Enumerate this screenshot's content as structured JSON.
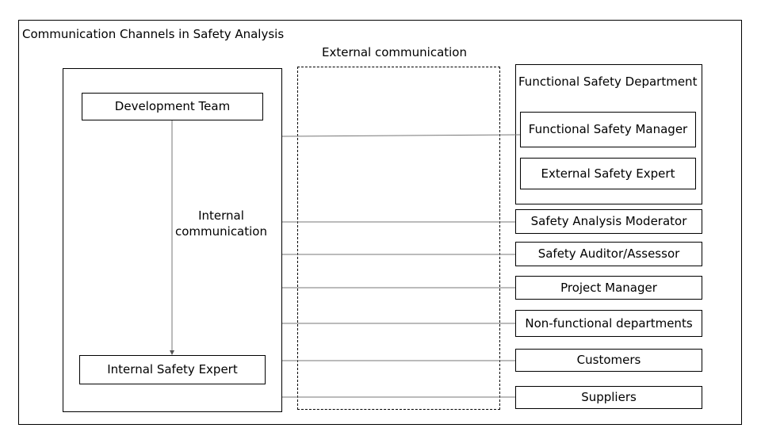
{
  "title": "Communication Channels in Safety Analysis",
  "external_label": "External communication",
  "internal_label": "Internal communication",
  "internal_nodes": {
    "development_team": "Development Team",
    "internal_safety_expert": "Internal Safety Expert"
  },
  "fsd": {
    "title": "Functional Safety Department",
    "members": [
      "Functional Safety Manager",
      "External Safety Expert"
    ]
  },
  "stakeholders": [
    "Safety Analysis Moderator",
    "Safety Auditor/Assessor",
    "Project Manager",
    "Non-functional departments",
    "Customers",
    "Suppliers"
  ]
}
